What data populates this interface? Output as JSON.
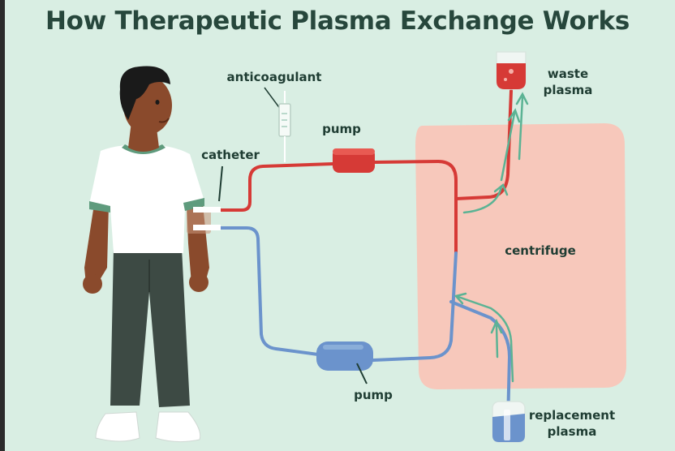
{
  "title": "How Therapeutic Plasma Exchange Works",
  "labels": {
    "anticoagulant": "anticoagulant",
    "catheter": "catheter",
    "pump_top": "pump",
    "pump_bottom": "pump",
    "centrifuge": "centrifuge",
    "waste_plasma_line1": "waste",
    "waste_plasma_line2": "plasma",
    "replacement_plasma_line1": "replacement",
    "replacement_plasma_line2": "plasma"
  },
  "colors": {
    "background": "#d9eee3",
    "title": "#27473c",
    "text": "#1f3d33",
    "blood_red": "#d63a36",
    "blood_blue": "#6b93cc",
    "centrifuge": "#f7c8bb",
    "arrow_green": "#5bb394",
    "skin": "#8a4a2c",
    "shirt": "#ffffff",
    "collar": "#5f9b7d",
    "pants": "#3d4a44"
  },
  "icons": [
    "person-figure",
    "syringe-icon",
    "pump-icon",
    "waste-bag-icon",
    "replacement-bag-icon",
    "flow-arrow-icon"
  ]
}
